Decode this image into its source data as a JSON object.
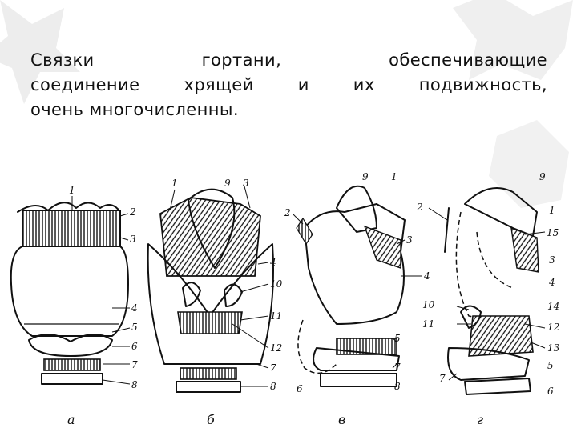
{
  "title_lines": [
    "Связки гортани, обеспечивающие",
    "соединение хрящей и их подвижность,",
    "очень многочисленны."
  ],
  "figure_a": {
    "caption": "а",
    "labels": [
      "1",
      "2",
      "3",
      "4",
      "5",
      "6",
      "7",
      "8"
    ]
  },
  "figure_b": {
    "caption": "б",
    "labels": [
      "1",
      "9",
      "3",
      "4",
      "10",
      "11",
      "12",
      "7",
      "8"
    ]
  },
  "figure_v": {
    "caption": "в",
    "labels": [
      "9",
      "1",
      "2",
      "3",
      "4",
      "5",
      "7",
      "6",
      "8"
    ]
  },
  "figure_g": {
    "caption": "г",
    "labels": [
      "9",
      "2",
      "1",
      "15",
      "3",
      "4",
      "14",
      "10",
      "11",
      "12",
      "13",
      "5",
      "7",
      "6"
    ]
  },
  "colors": {
    "ink": "#111111",
    "background_leaf": "#ececec"
  }
}
